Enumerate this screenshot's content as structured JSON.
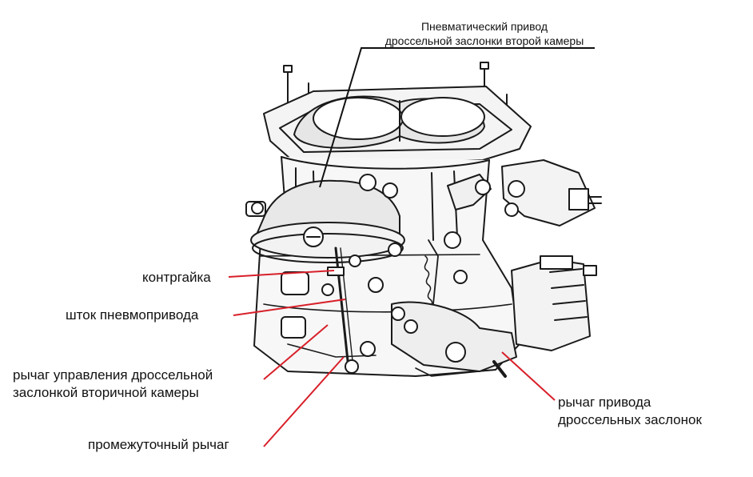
{
  "labels": {
    "pneumatic_drive_line1": "Пневматический привод",
    "pneumatic_drive_line2": "дроссельной заслонки второй камеры",
    "locknut": "контргайка",
    "actuator_rod": "шток пневмопривода",
    "secondary_lever_line1": "рычаг управления дроссельной",
    "secondary_lever_line2": "заслонкой вторичной камеры",
    "intermediate_lever": "промежуточный рычаг",
    "throttle_drive_lever_line1": "рычаг привода",
    "throttle_drive_lever_line2": "дроссельных заслонок"
  },
  "colors": {
    "leader_red": "#d8202a",
    "leader_black": "#111111",
    "ink": "#1a1a1a"
  }
}
